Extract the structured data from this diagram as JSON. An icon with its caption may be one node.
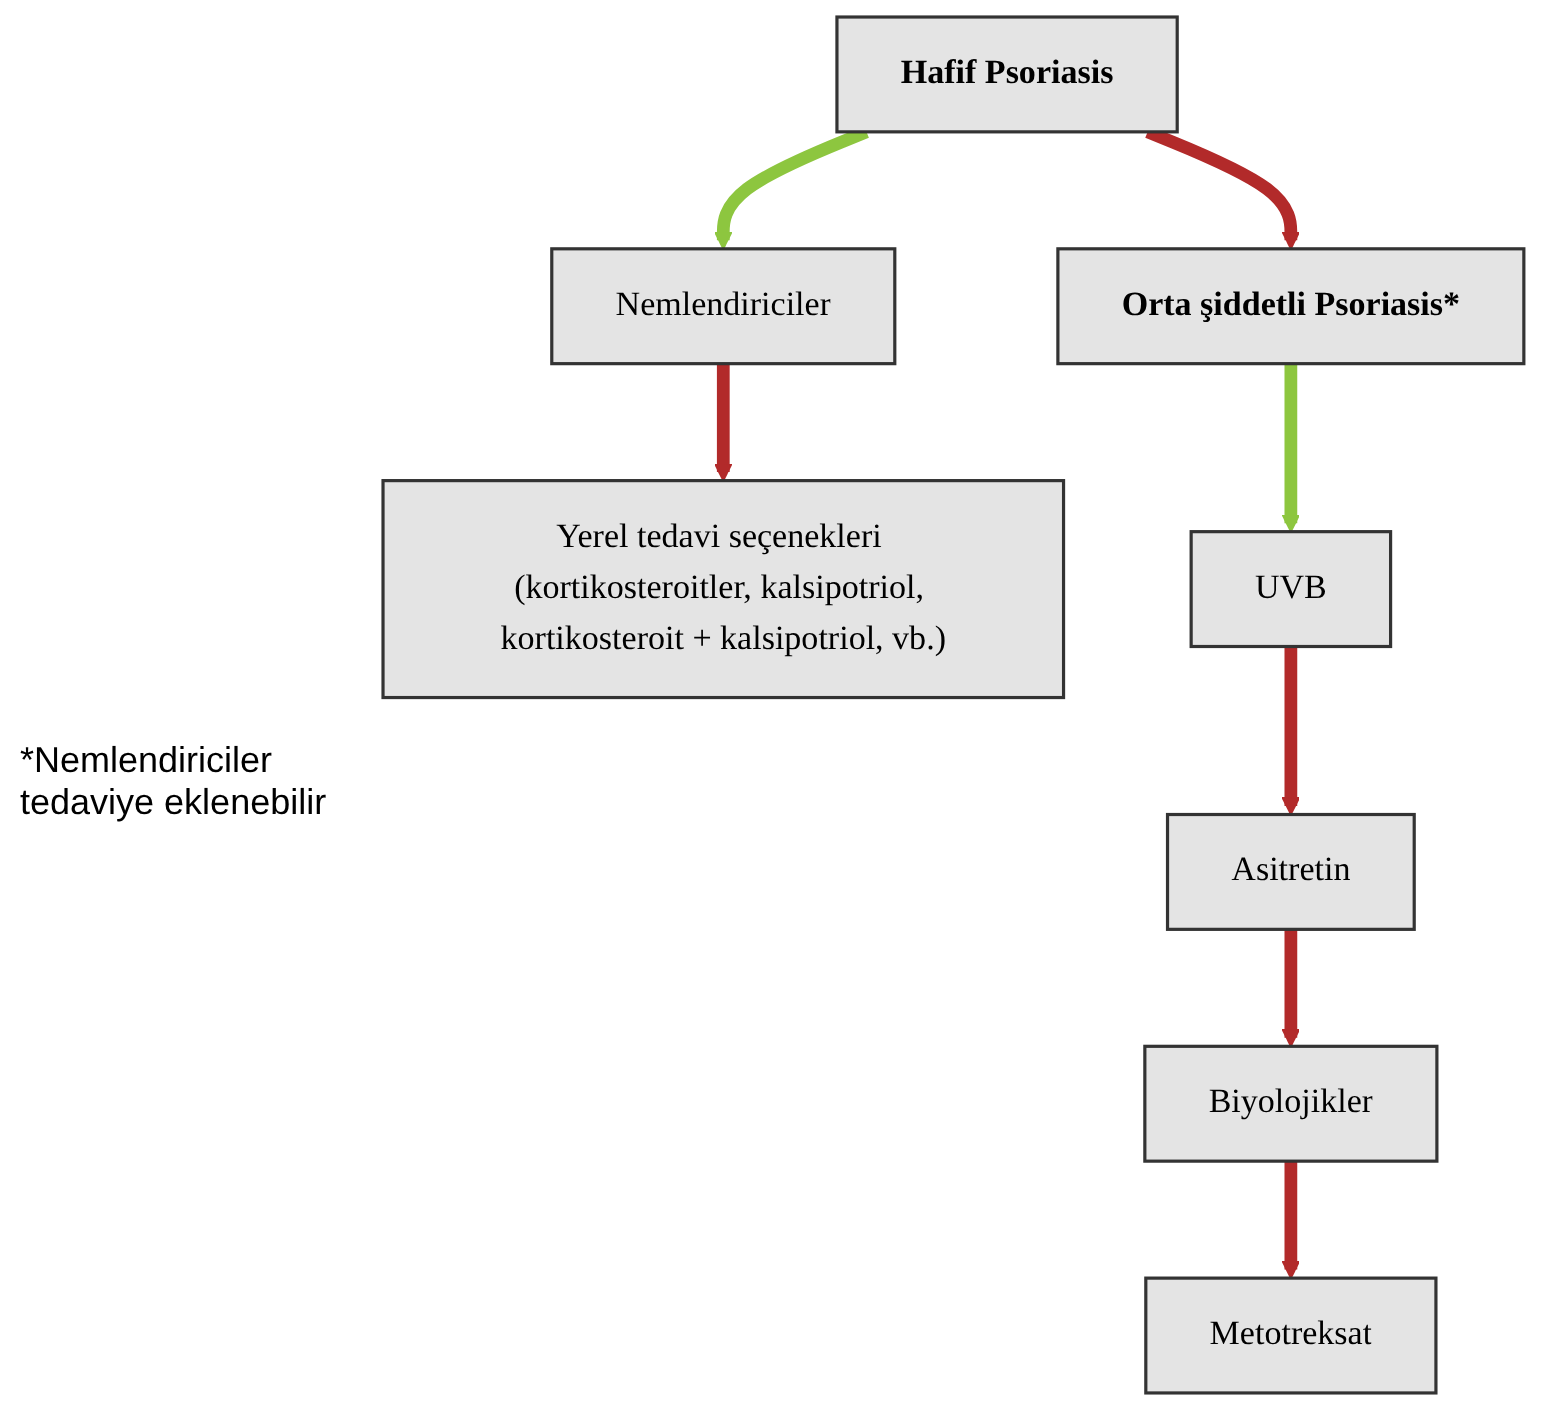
{
  "diagram": {
    "nodes": [
      {
        "text": [
          "Hafif Psoriasis"
        ]
      },
      {
        "text": [
          "Nemlendiriciler"
        ]
      },
      {
        "text": [
          "Yerel tedavi seçenekleri (kortikosteroitler, kalsipotriol, kortikosteroit + kalsipotriol, vb.)"
        ]
      },
      {
        "text": [
          "Orta şiddetli Psoriasis*"
        ]
      },
      {
        "text": [
          "UVB"
        ]
      },
      {
        "text": [
          "Asitretin"
        ]
      },
      {
        "text": [
          "Biyolojikler"
        ]
      },
      {
        "text": [
          "Metotreksat"
        ]
      }
    ],
    "edges": [
      {
        "from": 0,
        "to": 1,
        "arrow": "to",
        "color": "#8dc63f"
      },
      {
        "from": 1,
        "to": 2,
        "arrow": "to"
      },
      {
        "from": 0,
        "to": 3,
        "arrow": "to"
      },
      {
        "from": 3,
        "to": 4,
        "arrow": "to",
        "color": "#8dc63f"
      },
      {
        "from": 4,
        "to": 5,
        "arrow": "to"
      },
      {
        "from": 5,
        "to": 6,
        "arrow": "to"
      },
      {
        "from": 6,
        "to": 7,
        "arrow": "to"
      }
    ],
    "labels": [
      "*Nemlendiriciler tedaviye eklenebilir"
    ]
  }
}
